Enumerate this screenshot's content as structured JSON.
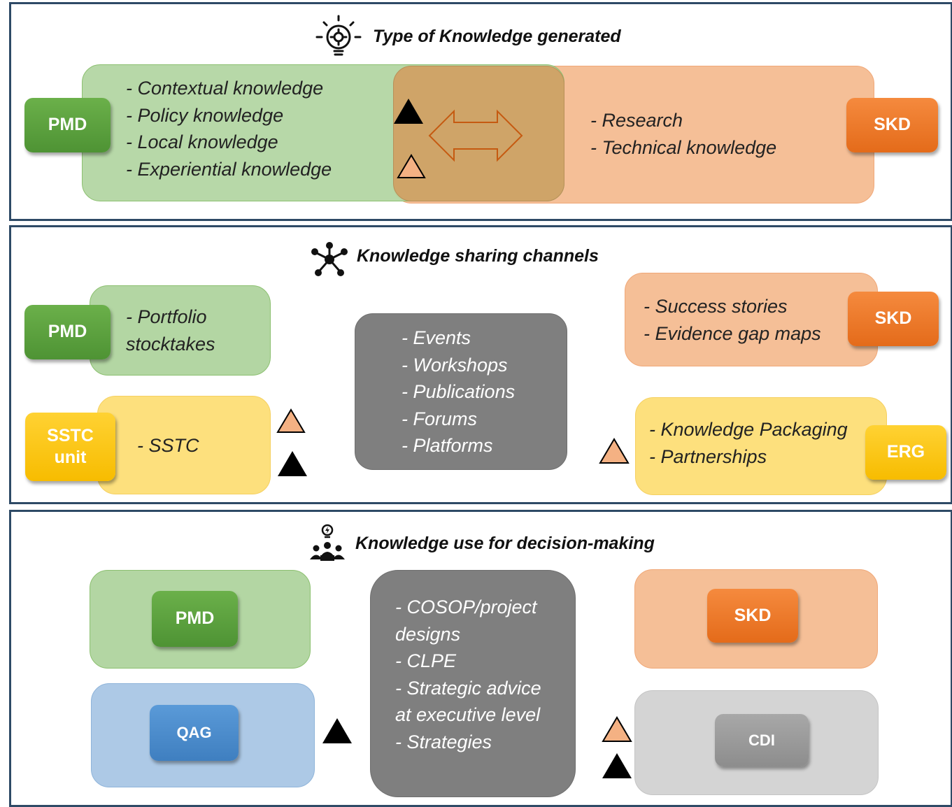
{
  "sections": [
    {
      "title": "Type of Knowledge generated",
      "icon": "lightbulb-gear-icon",
      "left_items": [
        "- Contextual knowledge",
        "- Policy knowledge",
        "- Local knowledge",
        "- Experiential knowledge"
      ],
      "right_items": [
        "- Research",
        "- Technical knowledge"
      ],
      "left_tag": "PMD",
      "right_tag": "SKD"
    },
    {
      "title": "Knowledge sharing channels",
      "icon": "network-people-icon",
      "pmd_items": [
        "- Portfolio",
        "stocktakes"
      ],
      "pmd_tag": "PMD",
      "sstc_items": [
        "- SSTC"
      ],
      "sstc_tag_line1": "SSTC",
      "sstc_tag_line2": "unit",
      "center_items": [
        "- Events",
        "- Workshops",
        "- Publications",
        "- Forums",
        "- Platforms"
      ],
      "skd_items": [
        "- Success stories",
        "- Evidence gap maps"
      ],
      "skd_tag": "SKD",
      "erg_items": [
        "- Knowledge Packaging",
        "- Partnerships"
      ],
      "erg_tag": "ERG"
    },
    {
      "title": "Knowledge use for decision-making",
      "icon": "team-idea-icon",
      "pmd_tag": "PMD",
      "qag_tag": "QAG",
      "center_items": [
        "- COSOP/project",
        "designs",
        "- CLPE",
        "- Strategic advice",
        "at executive level",
        "- Strategies"
      ],
      "skd_tag": "SKD",
      "cdi_tag": "CDI"
    }
  ],
  "colors": {
    "border": "#2e4a66",
    "green": "#b3d6a3",
    "orange": "#f5bf97",
    "yellow": "#fde07d",
    "gray": "#7f7f7f",
    "blue": "#adc9e6",
    "light_gray": "#d4d4d4",
    "triangle_black": "#000000",
    "triangle_salmon": "#f4b183"
  }
}
